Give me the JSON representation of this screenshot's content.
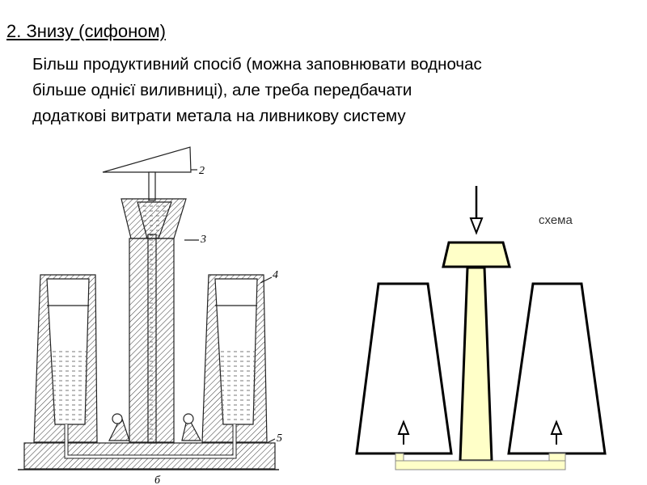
{
  "slide": {
    "title": "2. Знизу (сифоном)",
    "body_lines": [
      "Більш продуктивний спосіб (можна заповнювати водночас",
      "більше однієї виливниці), але треба передбачати",
      "додаткові витрати метала на ливникову систему"
    ]
  },
  "drawing": {
    "labels": {
      "l2": "2",
      "l3": "3",
      "l4": "4",
      "l5": "5",
      "sub": "б"
    }
  },
  "scheme": {
    "label": "схема",
    "fill_color": "#ffffc8"
  }
}
